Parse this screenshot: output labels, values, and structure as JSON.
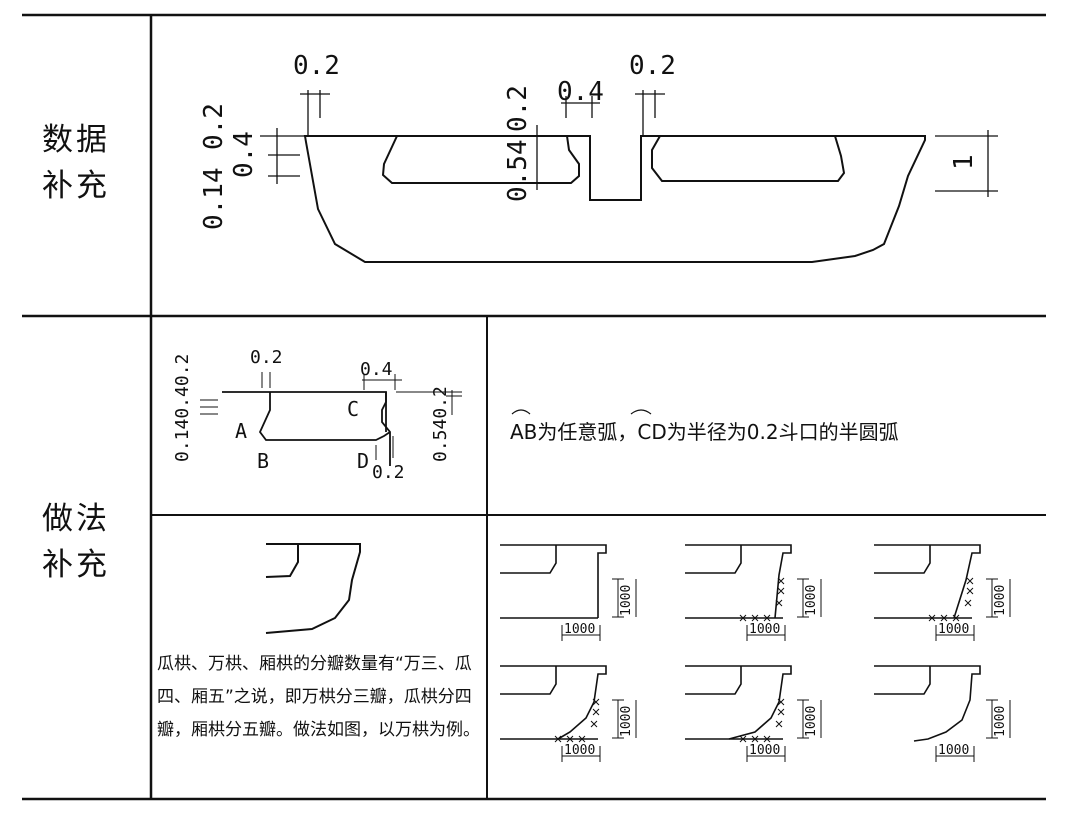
{
  "rows": {
    "data_label": "数据\n补充",
    "method_label": "做法\n补充"
  },
  "top_diagram": {
    "dims": {
      "slot_left": "0.2",
      "slot_center": "0.4",
      "slot_right": "0.2",
      "left_02": "0.2",
      "left_04": "0.4",
      "left_014": "0.14",
      "center_02": "0.2",
      "center_054": "0.54",
      "right_1": "1"
    }
  },
  "method_small": {
    "dims": {
      "left_stack": "0.140.40.2",
      "top_02": "0.2",
      "top_04": "0.4",
      "right_stack": "0.540.2",
      "bottom_02": "0.2"
    },
    "points": {
      "a": "A",
      "b": "B",
      "c": "C",
      "d": "D"
    }
  },
  "arc_note": {
    "arc1": "AB",
    "t1": "为任意弧，",
    "arc2": "CD",
    "t2": "为半径为0.2斗口的半圆弧"
  },
  "gong_description": "瓜栱、万栱、厢栱的分瓣数量有“万三、瓜四、厢五”之说，即万栱分三瓣，瓜栱分四瓣，厢栱分五瓣。做法如图，以万栱为例。",
  "steps": {
    "dim_label": "1000",
    "cells": [
      {
        "tick": "1000",
        "base": "1000"
      },
      {
        "tick": "1000",
        "base": "1000"
      },
      {
        "tick": "1000",
        "base": "1000"
      },
      {
        "tick": "1000",
        "base": "1000"
      },
      {
        "tick": "1000",
        "base": "1000"
      },
      {
        "tick": "1000",
        "base": "1000"
      }
    ]
  }
}
